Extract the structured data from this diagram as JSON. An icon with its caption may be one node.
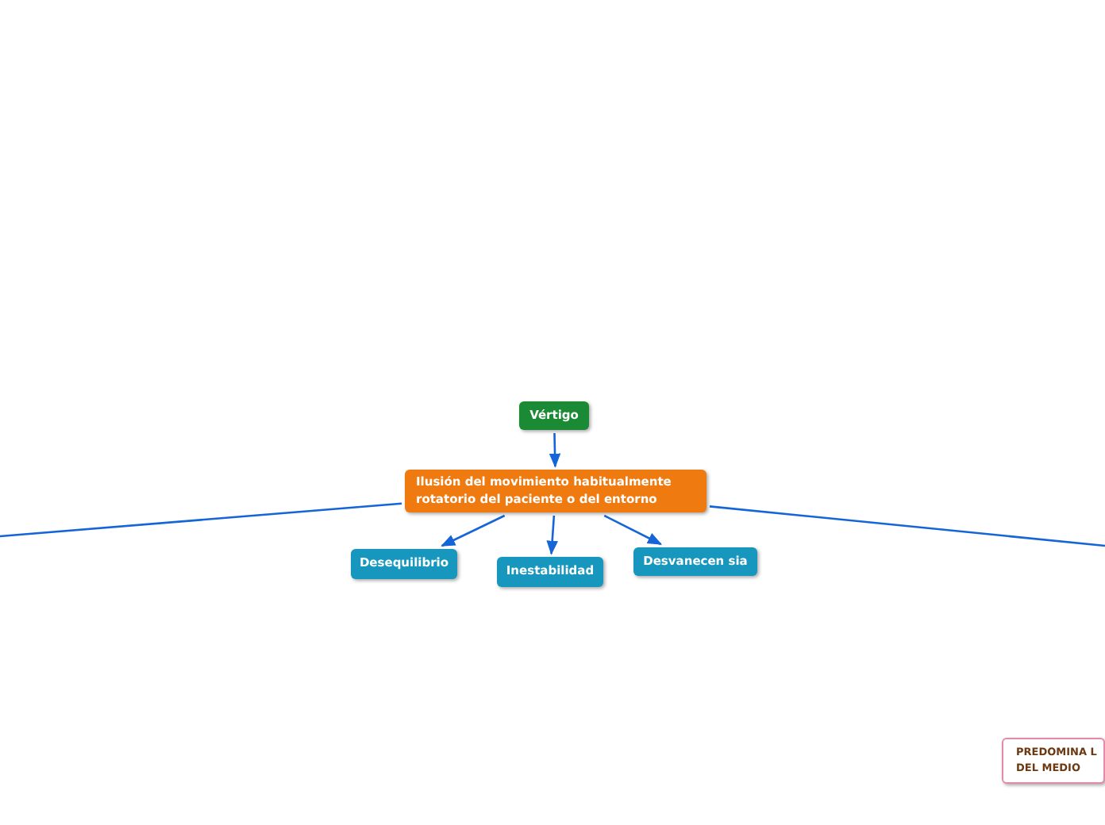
{
  "diagram": {
    "nodes": [
      {
        "text": [
          "Vértigo"
        ]
      },
      {
        "text": [
          "Ilusión del movimiento habitualmente rotatorio del paciente o del entorno"
        ]
      },
      {
        "text": [
          "Desequilibrio"
        ]
      },
      {
        "text": [
          "Inestabilidad"
        ]
      },
      {
        "text": [
          "Desvanecen sia"
        ]
      },
      {
        "text": [
          "PREDOMINA L DEL MEDIO"
        ]
      }
    ],
    "edges": [
      {
        "from": 0,
        "to": 1,
        "arrow": "to"
      },
      {
        "from": 1,
        "to": 2,
        "arrow": "to"
      },
      {
        "from": 1,
        "to": 3,
        "arrow": "to"
      },
      {
        "from": 1,
        "to": 4,
        "arrow": "to"
      },
      {
        "from": 1,
        "to": null,
        "arrow": "none"
      },
      {
        "from": 1,
        "to": null,
        "arrow": "none"
      }
    ]
  }
}
